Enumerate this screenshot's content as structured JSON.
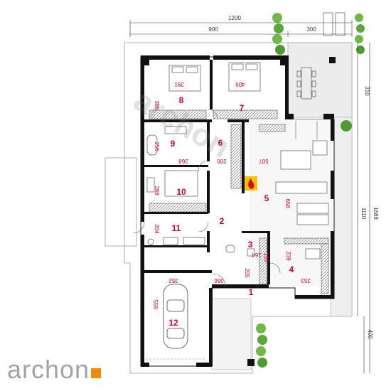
{
  "brand": {
    "name": "archon",
    "accent": "#f08a00"
  },
  "colors": {
    "annotation": "#e0002b",
    "wall": "#111111",
    "terrace": "#e6e6e6",
    "fireplace": "#f5c400",
    "flame": "#e0002b"
  },
  "top_dims": {
    "total": "1200",
    "left": "900",
    "right": "300"
  },
  "right_dims": {
    "terrace_depth": "310",
    "upper": "1110",
    "overall": "1688",
    "lower": "400"
  },
  "rooms": [
    {
      "num": "8",
      "width": "391",
      "depth": "386"
    },
    {
      "num": "7",
      "width": "409"
    },
    {
      "num": "6",
      "width": "200"
    },
    {
      "num": "9",
      "width": "268",
      "depth": "256"
    },
    {
      "num": "10",
      "depth": "288"
    },
    {
      "num": "5",
      "width": "507",
      "depth": "658"
    },
    {
      "num": "11",
      "depth": "204"
    },
    {
      "num": "2"
    },
    {
      "num": "3",
      "width": "164",
      "depth": "155"
    },
    {
      "num": "4",
      "width": "253",
      "depth": "239"
    },
    {
      "num": "1",
      "width": "366",
      "depth": "205"
    },
    {
      "num": "12",
      "width": "352",
      "depth": "559"
    }
  ]
}
